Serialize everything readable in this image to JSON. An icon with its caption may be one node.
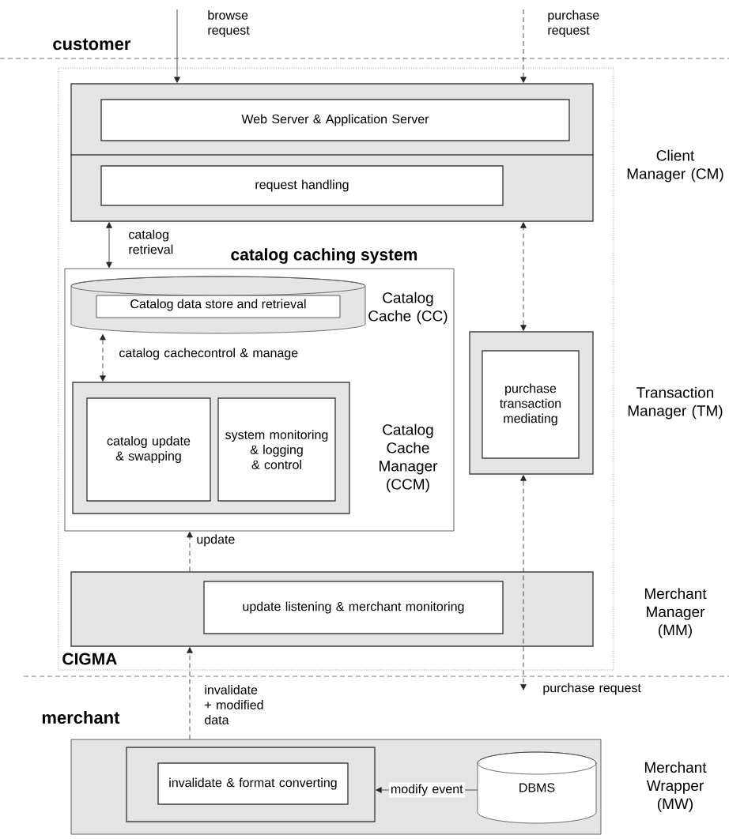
{
  "diagram": {
    "nodes": [
      {
        "text": [
          "CIGMA"
        ]
      },
      {
        "text": [],
        "shape": "box",
        "beside": [
          "Client Manager (CM)"
        ],
        "in": 0
      },
      {
        "text": [
          "Web Server & Application Server"
        ],
        "in": 1
      },
      {
        "text": [
          "request  handling"
        ],
        "in": 1
      },
      {
        "text": [
          "catalog caching system"
        ],
        "in": 0
      },
      {
        "text": [
          "Catalog data store and retrieval"
        ],
        "beside": [
          "Catalog Cache (CC)"
        ],
        "in": 4
      },
      {
        "text": [],
        "shape": "box",
        "beside": [
          "Catalog Cache Manager (CCM)"
        ],
        "in": 4
      },
      {
        "text": [
          "catalog update & swapping"
        ],
        "in": 6
      },
      {
        "text": [
          "system monitoring  & logging & control"
        ],
        "in": 6
      },
      {
        "text": [],
        "shape": "box",
        "beside": [
          "Transaction Manager (TM)"
        ],
        "in": 0
      },
      {
        "text": [
          "purchase transaction mediating"
        ],
        "in": 9
      },
      {
        "text": [],
        "shape": "box",
        "beside": [
          "Merchant Manager (MM)"
        ],
        "in": 0
      },
      {
        "text": [
          "update listening & merchant monitoring"
        ],
        "in": 11
      },
      {
        "text": [],
        "shape": "box",
        "beside": [
          "Merchant Wrapper (MW)"
        ]
      },
      {
        "text": [],
        "shape": "box",
        "in": 13
      },
      {
        "text": [
          "invalidate & format converting"
        ],
        "in": 14
      },
      {
        "text": [
          "DBMS"
        ],
        "in": 13
      }
    ],
    "edges": [
      {
        "from": null,
        "to": 1,
        "arrow": "to",
        "label": "browse request"
      },
      {
        "from": null,
        "to": 1,
        "arrow": "to",
        "label": "purchase request",
        "style": "dashed"
      },
      {
        "from": 1,
        "to": 4,
        "arrow": "both",
        "label": "catalog retrieval"
      },
      {
        "from": 9,
        "to": 1,
        "arrow": "both",
        "style": "dashed"
      },
      {
        "from": 5,
        "to": 6,
        "arrow": "both",
        "label": "catalog cachecontrol & manage",
        "style": "dashed"
      },
      {
        "from": 11,
        "to": 4,
        "arrow": "to",
        "label": "update",
        "style": "dashed"
      },
      {
        "from": 9,
        "to": null,
        "arrow": "both",
        "label": "purchase request",
        "style": "dashed"
      },
      {
        "from": 13,
        "to": 11,
        "arrow": "to",
        "label": "invalidate + modified data",
        "style": "dashed"
      },
      {
        "from": 16,
        "to": 14,
        "arrow": "to",
        "label": "modify event"
      }
    ],
    "labels": [
      "customer",
      "merchant"
    ]
  }
}
